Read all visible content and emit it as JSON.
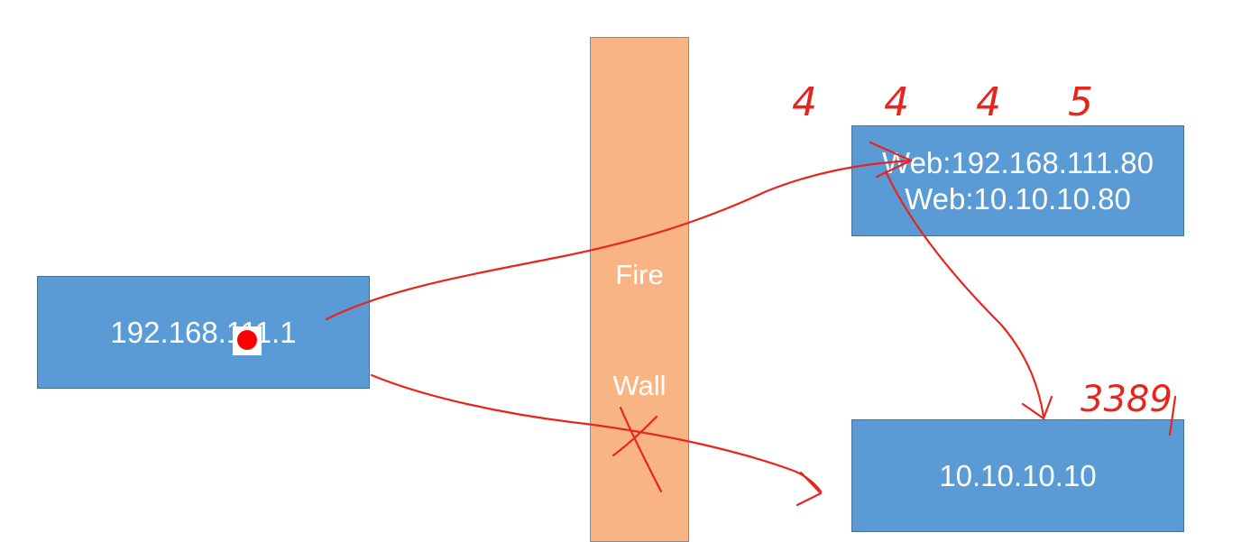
{
  "colors": {
    "node_fill": "#5b9bd5",
    "firewall_fill": "#f8b482",
    "annotation": "#e8251d"
  },
  "client": {
    "label": "192.168.111.1"
  },
  "firewall": {
    "line1": "Fire",
    "line2": "Wall"
  },
  "web_server": {
    "line1": "Web:192.168.111.80",
    "line2": "Web:10.10.10.80"
  },
  "internal_host": {
    "label": "10.10.10.10"
  },
  "annotations": {
    "web_ports": "4 4 4 5",
    "internal_port": "3389"
  },
  "icons": {
    "cursor": "red-dot-cursor-icon"
  }
}
